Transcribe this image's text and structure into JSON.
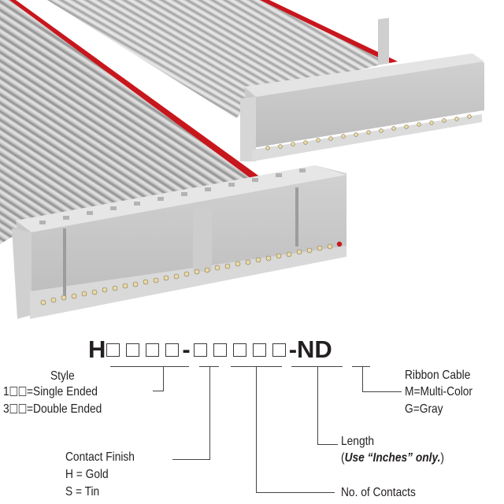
{
  "part_number": {
    "prefix": "H",
    "separator_1": "-",
    "suffix": "-ND",
    "group_1_boxes": 4,
    "group_2_boxes": 5
  },
  "callouts": {
    "style": {
      "title": "Style",
      "options": [
        {
          "code_prefix": "1",
          "label": "=Single Ended"
        },
        {
          "code_prefix": "3",
          "label": "=Double Ended"
        }
      ]
    },
    "contact_finish": {
      "title": "Contact Finish",
      "options": [
        "H = Gold",
        "S = Tin"
      ]
    },
    "no_of_contacts": {
      "title": "No. of Contacts"
    },
    "length": {
      "title": "Length",
      "note_open": "(",
      "note_bold": "Use “Inches” only.",
      "note_close": ")"
    },
    "ribbon_cable": {
      "title": "Ribbon Cable",
      "options": [
        "M=Multi-Color",
        "G=Gray"
      ]
    }
  },
  "colors": {
    "cable_gray": "#b9b9b9",
    "cable_stripe_red": "#c8161d",
    "connector_body": "#c9c9c9",
    "connector_top": "#e2e2e2",
    "contact_gold": "#e8d9a8",
    "text": "#231f20"
  }
}
